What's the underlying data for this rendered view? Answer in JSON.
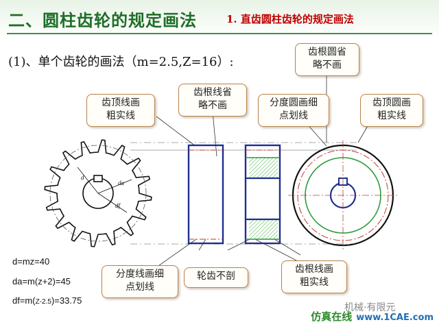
{
  "header": {
    "title": "二、圆柱齿轮的规定画法",
    "subtitle": "1. 直齿圆柱齿轮的规定画法"
  },
  "section": {
    "label": "(1)、单个齿轮的画法（m=2.5,Z=16）:"
  },
  "callouts": {
    "tip_circle_left": [
      "齿顶线画",
      "粗实线"
    ],
    "root_line_top": [
      "齿根线省",
      "略不画"
    ],
    "pitch_circle": [
      "分度圆画细",
      "点划线"
    ],
    "tip_circle_right": [
      "齿顶圆画",
      "粗实线"
    ],
    "root_circle_top": [
      "齿根圆省",
      "略不画"
    ],
    "pitch_line": [
      "分度线画细",
      "点划线"
    ],
    "no_section": [
      "轮齿不剖"
    ],
    "root_line_bottom": [
      "齿根线画",
      "粗实线"
    ]
  },
  "gear_labels": {
    "d": "d",
    "da": "da",
    "df": "df"
  },
  "formulas": {
    "d": "d=mz=40",
    "da": "da=m(z+2)=45",
    "df_prefix": "df=m(",
    "df_mid": "Z-2.5",
    "df_suffix": ")=33.75"
  },
  "watermark": {
    "wechat": "机械·有限元",
    "brand": "仿真在线",
    "site": "www.1CAE.com"
  },
  "colors": {
    "title_green": "#1e6e28",
    "subtitle_red": "#c00000",
    "outline_blue": "#1c2f8f",
    "centerline_red": "#c0392b",
    "root_green": "#2a9a3a",
    "hatch_green": "#44aa44",
    "callout_border": "#b8814a"
  }
}
